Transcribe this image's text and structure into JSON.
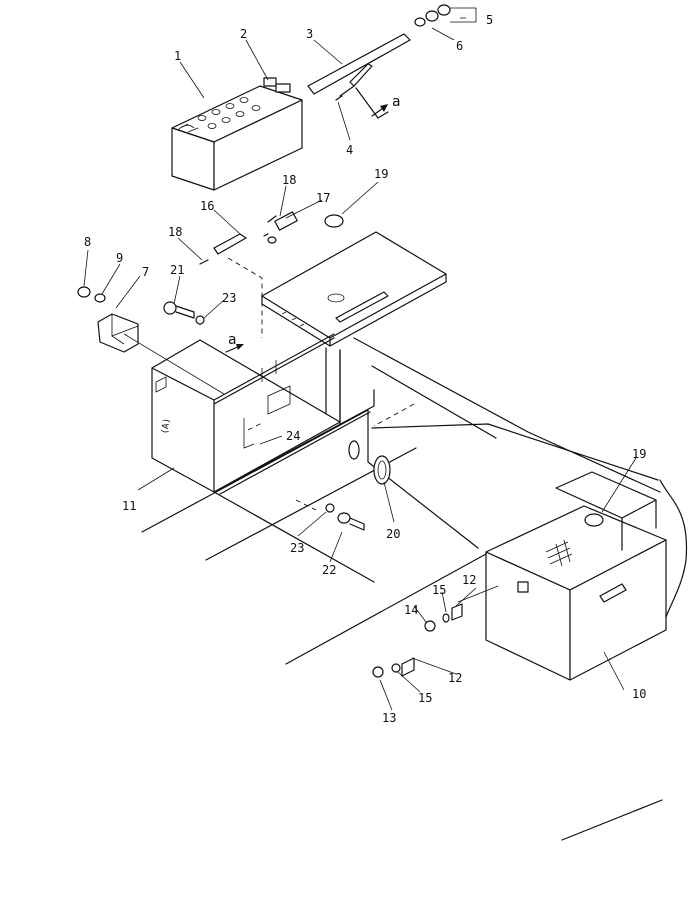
{
  "callouts": {
    "c1": "1",
    "c2": "2",
    "c3": "3",
    "c4": "4",
    "c5": "5",
    "c6": "6",
    "c7": "7",
    "c8": "8",
    "c9": "9",
    "c10": "10",
    "c11": "11",
    "c12a": "12",
    "c12b": "12",
    "c13": "13",
    "c14": "14",
    "c15a": "15",
    "c15b": "15",
    "c16": "16",
    "c17": "17",
    "c18a": "18",
    "c18b": "18",
    "c19a": "19",
    "c19b": "19",
    "c20": "20",
    "c21": "21",
    "c22": "22",
    "c23a": "23",
    "c23b": "23",
    "c24": "24"
  },
  "view_marks": {
    "top": "a",
    "middle": "a"
  },
  "stamp_text": "(A)"
}
